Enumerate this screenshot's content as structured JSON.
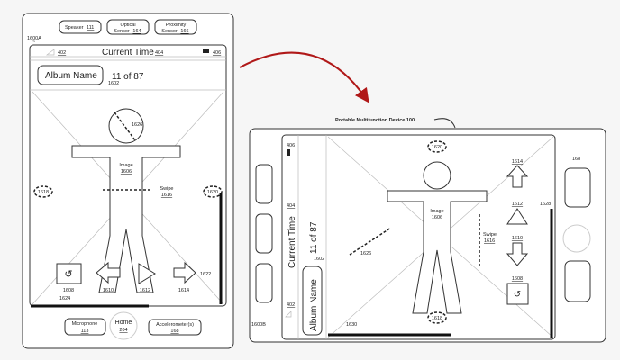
{
  "left_device": {
    "id": "1600A",
    "sensors": {
      "speaker": {
        "label": "Speaker",
        "ref": "111"
      },
      "optical": {
        "label": "Optical",
        "label2": "Sensor",
        "ref": "164"
      },
      "proximity": {
        "label": "Proximity",
        "label2": "Sensor",
        "ref": "166"
      }
    },
    "status_bar": {
      "signal_ref": "402",
      "time": "Current Time",
      "time_ref": "404",
      "battery_ref": "406"
    },
    "album_name": "Album Name",
    "counter": "11 of 87",
    "counter_ref": "1602",
    "image_label": "Image",
    "image_ref": "1606",
    "swipe_label": "Swipe",
    "swipe_ref": "1616",
    "rotate_ref": "1626",
    "left_tap_ref": "1618",
    "right_tap_ref": "1620",
    "icons": {
      "box_ref": "1608",
      "back_ref": "1610",
      "play_ref": "1612",
      "forward_ref": "1614"
    },
    "vertical_bar_ref": "1622",
    "horizontal_bar_ref": "1624",
    "bottom": {
      "microphone": {
        "label": "Microphone",
        "ref": "113"
      },
      "home": {
        "label": "Home",
        "ref": "204"
      },
      "accelerometer": {
        "label": "Accelerometer(s)",
        "ref": "168"
      }
    }
  },
  "right_device": {
    "title": "Portable Multifunction Device 100",
    "id": "1600B",
    "status_bar": {
      "signal_ref": "402",
      "time": "Current Time",
      "time_ref": "404",
      "battery_ref": "406"
    },
    "album_name": "Album Name",
    "counter": "11 of 87",
    "counter_ref": "1602",
    "image_label": "Image",
    "image_ref": "1606",
    "swipe_label": "Swipe",
    "swipe_ref": "1616",
    "rotate_ref": "1626",
    "top_tap_ref": "1620",
    "bottom_tap_ref": "1618",
    "icons": {
      "forward_ref": "1614",
      "play_ref": "1612",
      "back_ref": "1610",
      "box_ref": "1608"
    },
    "vertical_bar_ref": "1628",
    "horizontal_bar_ref": "1630",
    "accelerometer_ref": "168"
  },
  "colors": {
    "arrow": "#b01818",
    "line": "#333333"
  }
}
